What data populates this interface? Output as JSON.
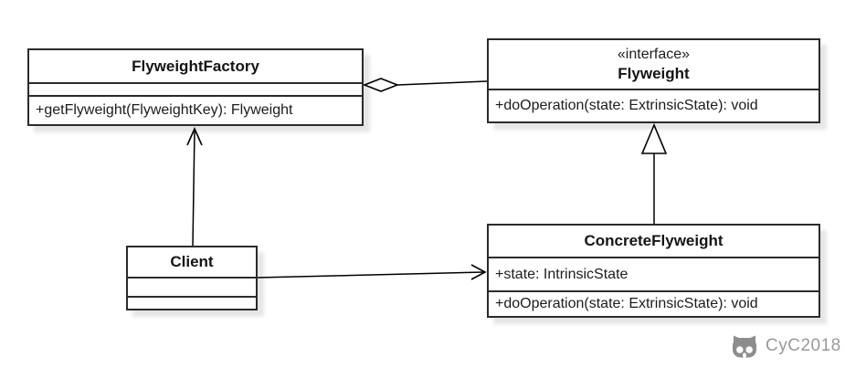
{
  "diagram_type": "uml-class-diagram",
  "classes": {
    "flyweight_factory": {
      "name": "FlyweightFactory",
      "attributes": [],
      "methods": [
        "+getFlyweight(FlyweightKey): Flyweight"
      ]
    },
    "flyweight": {
      "stereotype": "«interface»",
      "name": "Flyweight",
      "methods": [
        "+doOperation(state: ExtrinsicState): void"
      ]
    },
    "concrete_flyweight": {
      "name": "ConcreteFlyweight",
      "attributes": [
        "+state: IntrinsicState"
      ],
      "methods": [
        "+doOperation(state: ExtrinsicState): void"
      ]
    },
    "client": {
      "name": "Client"
    }
  },
  "relationships": [
    {
      "from": "FlyweightFactory",
      "to": "Flyweight",
      "type": "aggregation"
    },
    {
      "from": "ConcreteFlyweight",
      "to": "Flyweight",
      "type": "generalization"
    },
    {
      "from": "Client",
      "to": "FlyweightFactory",
      "type": "association"
    },
    {
      "from": "Client",
      "to": "ConcreteFlyweight",
      "type": "association"
    }
  ],
  "watermark": {
    "label": "CyC2018",
    "icon": "cat-icon",
    "color": "#9a9a9a"
  },
  "colors": {
    "background": "#ffffff",
    "box_fill": "#ffffff",
    "box_border": "#2b2b2b",
    "line": "#000000",
    "text": "#1c1c1c",
    "shadow": "#ececec"
  }
}
